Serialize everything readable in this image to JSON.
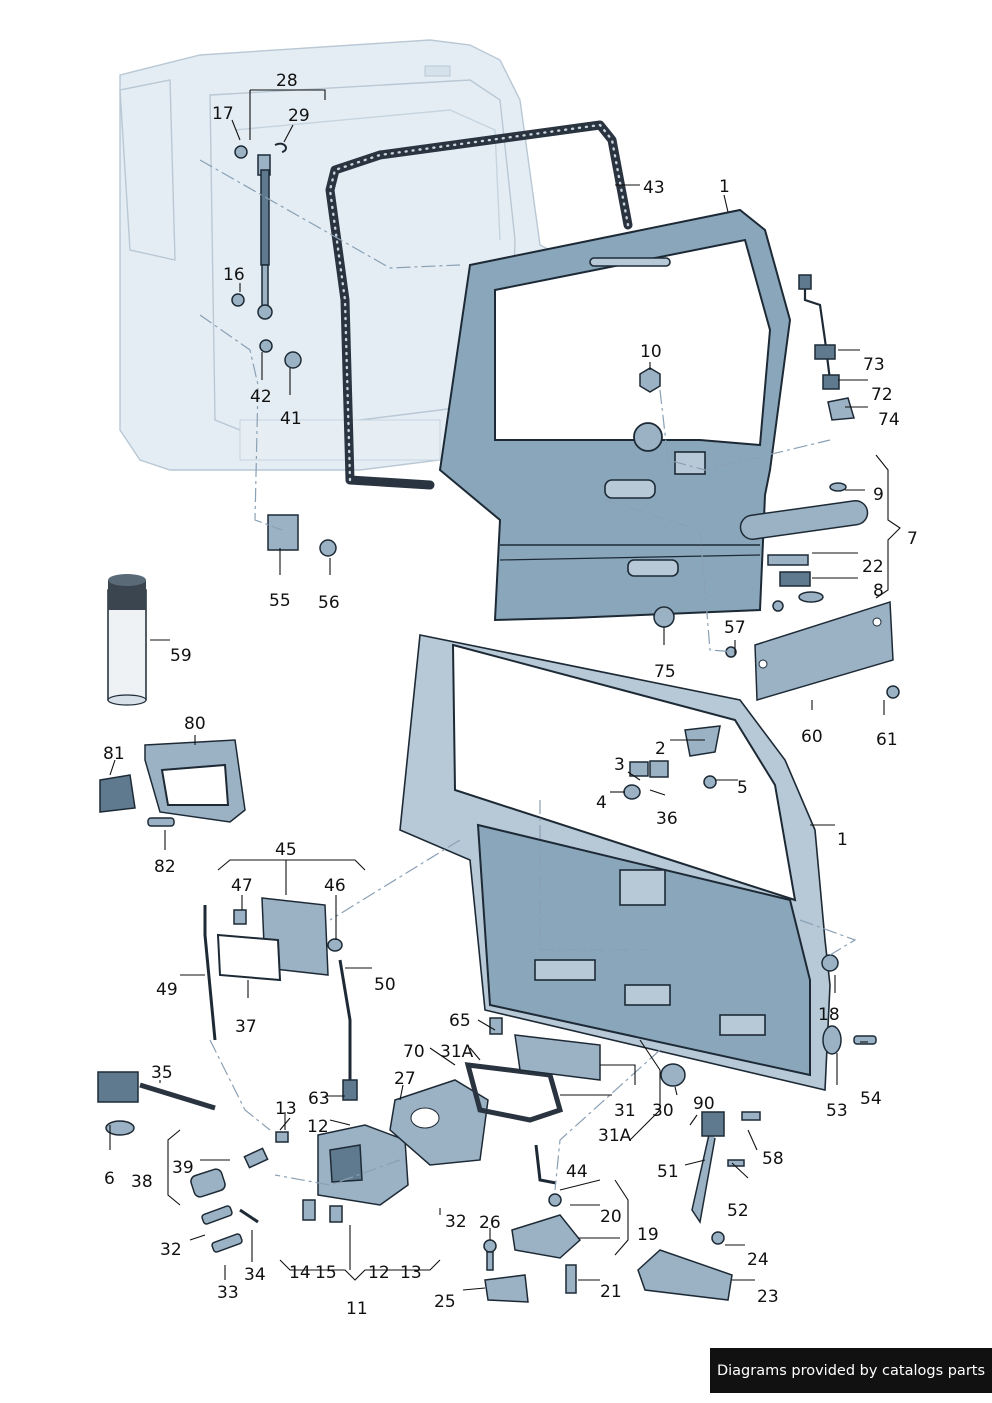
{
  "footer": {
    "text": "Diagrams provided by catalogs parts"
  },
  "callouts": {
    "c1_top": "1",
    "c1_bottom": "1",
    "c2": "2",
    "c3": "3",
    "c4": "4",
    "c5": "5",
    "c6": "6",
    "c7": "7",
    "c8": "8",
    "c9": "9",
    "c10": "10",
    "c11": "11",
    "c12_a": "12",
    "c12_b": "12",
    "c13_a": "13",
    "c13_b": "13",
    "c14": "14",
    "c15": "15",
    "c16": "16",
    "c17": "17",
    "c18": "18",
    "c19": "19",
    "c20": "20",
    "c21": "21",
    "c22": "22",
    "c23": "23",
    "c24": "24",
    "c25": "25",
    "c26": "26",
    "c27": "27",
    "c28": "28",
    "c29": "29",
    "c30": "30",
    "c31": "31",
    "c31a_a": "31A",
    "c31a_b": "31A",
    "c32_a": "32",
    "c32_b": "32",
    "c33": "33",
    "c34": "34",
    "c35": "35",
    "c36": "36",
    "c37": "37",
    "c38": "38",
    "c39": "39",
    "c41": "41",
    "c42": "42",
    "c43": "43",
    "c44": "44",
    "c45": "45",
    "c46": "46",
    "c47": "47",
    "c49": "49",
    "c50": "50",
    "c51": "51",
    "c52": "52",
    "c53": "53",
    "c54": "54",
    "c55": "55",
    "c56": "56",
    "c57": "57",
    "c58": "58",
    "c59": "59",
    "c60": "60",
    "c61": "61",
    "c63": "63",
    "c65": "65",
    "c70": "70",
    "c72": "72",
    "c73": "73",
    "c74": "74",
    "c75": "75",
    "c80": "80",
    "c81": "81",
    "c82": "82",
    "c90": "90"
  }
}
